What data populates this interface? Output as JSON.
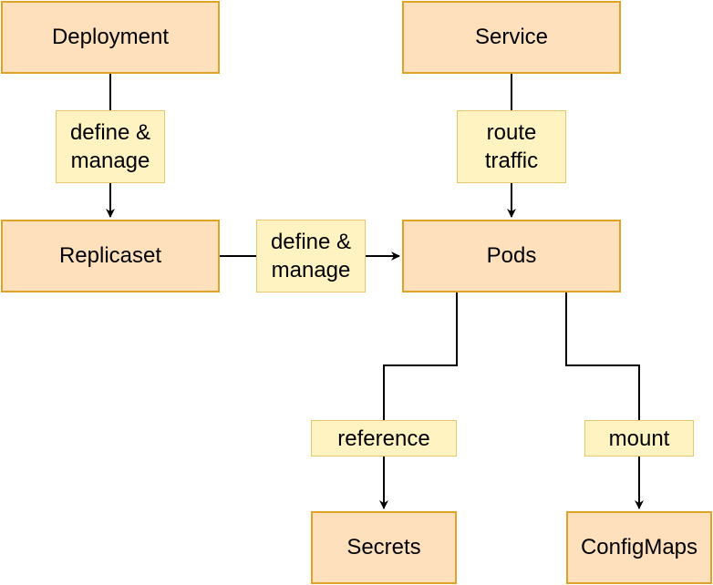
{
  "colors": {
    "node_fill": "#ffe0bd",
    "node_border": "#e1a229",
    "label_fill": "#fff3c2",
    "label_border": "#e8c76a",
    "edge": "#000000"
  },
  "nodes": {
    "deployment": "Deployment",
    "service": "Service",
    "replicaset": "Replicaset",
    "pods": "Pods",
    "secrets": "Secrets",
    "configmaps": "ConfigMaps"
  },
  "edges": {
    "deployment_to_replicaset": "define &\nmanage",
    "service_to_pods": "route\ntraffic",
    "replicaset_to_pods": "define &\nmanage",
    "pods_to_secrets": "reference",
    "pods_to_configmaps": "mount"
  }
}
